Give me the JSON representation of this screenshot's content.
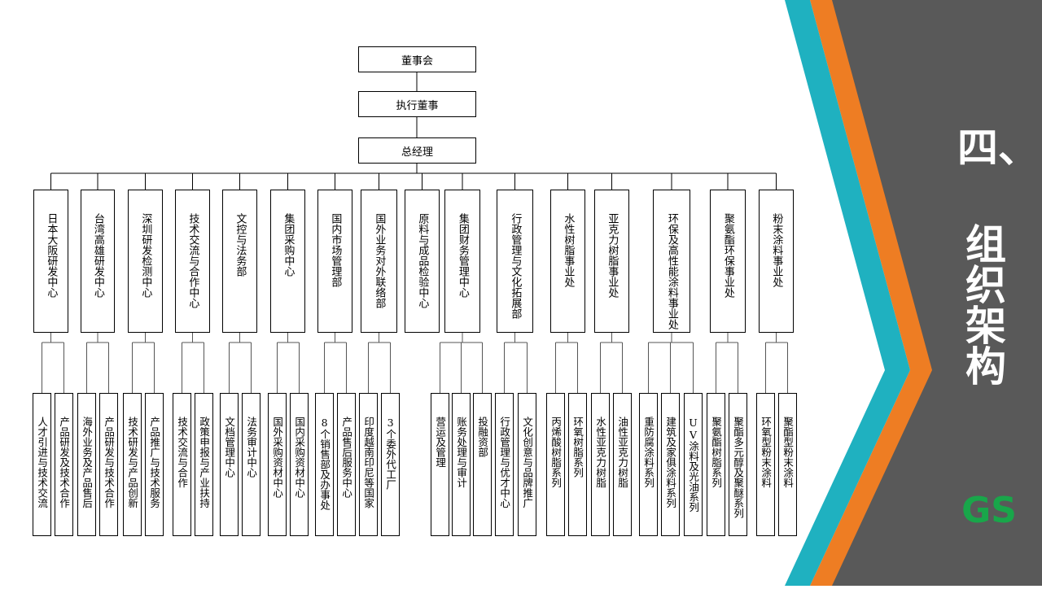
{
  "org": {
    "top": [
      "董事会",
      "执行董事",
      "总经理"
    ],
    "departments": [
      {
        "name": "日本大阪研发中心",
        "units": [
          "人才引进与技术交流",
          "产品研发及技术合作"
        ]
      },
      {
        "name": "台湾高雄研发中心",
        "units": [
          "海外业务及产品售后",
          "产品研发与技术合作"
        ]
      },
      {
        "name": "深圳研发检测中心",
        "units": [
          "技术研发与产品创新",
          "产品推广与技术服务"
        ]
      },
      {
        "name": "技术交流与合作中心",
        "units": [
          "技术交流与合作",
          "政策申报与产业扶持"
        ]
      },
      {
        "name": "文控与法务部",
        "units": [
          "文档管理中心",
          "法务审计中心"
        ]
      },
      {
        "name": "集团采购中心",
        "units": [
          "国外采购资材中心",
          "国内采购资材中心"
        ]
      },
      {
        "name": "国内市场管理部",
        "units": [
          "8个销售部及办事处",
          "产品售后服务中心"
        ]
      },
      {
        "name": "国外业务对外联络部",
        "units": [
          "印度越南印尼等国家",
          "3个委外代工厂"
        ]
      },
      {
        "name": "原料与成品检验中心",
        "units": []
      },
      {
        "name": "集团财务管理中心",
        "units": [
          "营运及管理",
          "账务处理与审计",
          "投融资部"
        ]
      },
      {
        "name": "行政管理与文化拓展部",
        "units": [
          "行政管理与优才中心",
          "文化创意与品牌推广"
        ]
      },
      {
        "name": "水性树脂事业处",
        "units": [
          "丙烯酸树脂系列",
          "环氧树脂系列"
        ]
      },
      {
        "name": "亚克力树脂事业处",
        "units": [
          "水性亚克力树脂",
          "油性亚克力树脂"
        ]
      },
      {
        "name": "环保及高性能涂料事业处",
        "units": [
          "重防腐涂料系列",
          "建筑及家俱涂料系列",
          "UV涂料及光油系列"
        ]
      },
      {
        "name": "聚氨酯环保事业处",
        "units": [
          "聚氨酯树脂系列",
          "聚酯多元醇及聚醚系列"
        ]
      },
      {
        "name": "粉末涂料事业处",
        "units": [
          "环氧型粉末涂料",
          "聚酯型粉末涂料"
        ]
      }
    ]
  },
  "title": {
    "line1": "四、",
    "line2": "组织架构"
  },
  "logo": "GS",
  "colors": {
    "panel": "#595959",
    "teal": "#1fb1c0",
    "orange": "#ee7d23",
    "logo": "#19a64a"
  }
}
